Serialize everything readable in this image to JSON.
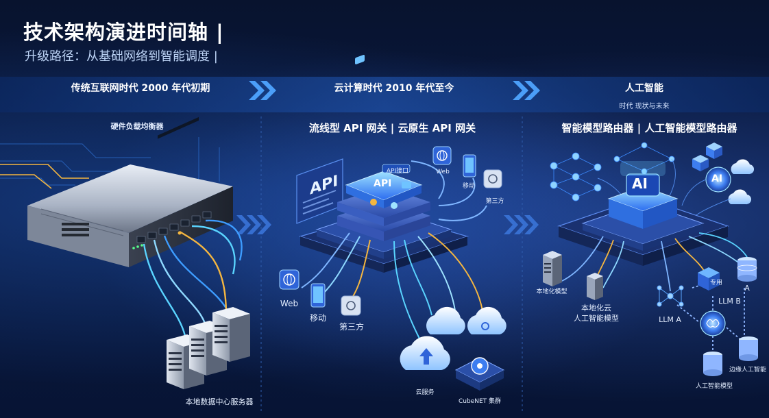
{
  "header": {
    "title": "技术架构演进时间轴 |",
    "subtitle": "升级路径：从基础网络到智能调度 |"
  },
  "eras": [
    {
      "label": "传统互联网时代 2000 年代初期"
    },
    {
      "label": "云计算时代 2010 年代至今"
    },
    {
      "label": "人工智能",
      "sublabel": "时代 现状与未来"
    }
  ],
  "panel1": {
    "heading": "硬件负载均衡器",
    "servers_label": "本地数据中心服务器"
  },
  "panel2": {
    "heading": "流线型 API 网关 | 云原生 API 网关",
    "api_big": "API",
    "gateway_badge": "API接口",
    "gateway_core": "API",
    "clients_top": [
      "Web",
      "移动",
      "第三方"
    ],
    "clients_bottom": [
      "Web",
      "移动",
      "第三方"
    ],
    "cloud_service": "云服务",
    "cluster": "CubeNET 集群"
  },
  "panel3": {
    "heading": "智能模型路由器 | 人工智能模型路由器",
    "core": "AI",
    "ai_node": "AI",
    "local_model": "本地化模型",
    "local_cloud_line1": "本地化云",
    "local_cloud_line2": "人工智能模型",
    "llm_a": "LLM A",
    "llm_b": "LLM B",
    "dedicated": "专用",
    "model_a": "A",
    "edge_ai": "边缘人工智能",
    "ai_model": "人工智能模型"
  },
  "colors": {
    "background": "#06122e",
    "accent_blue": "#3d8bff",
    "cyan": "#58d4ff",
    "gold": "#f4b640"
  }
}
